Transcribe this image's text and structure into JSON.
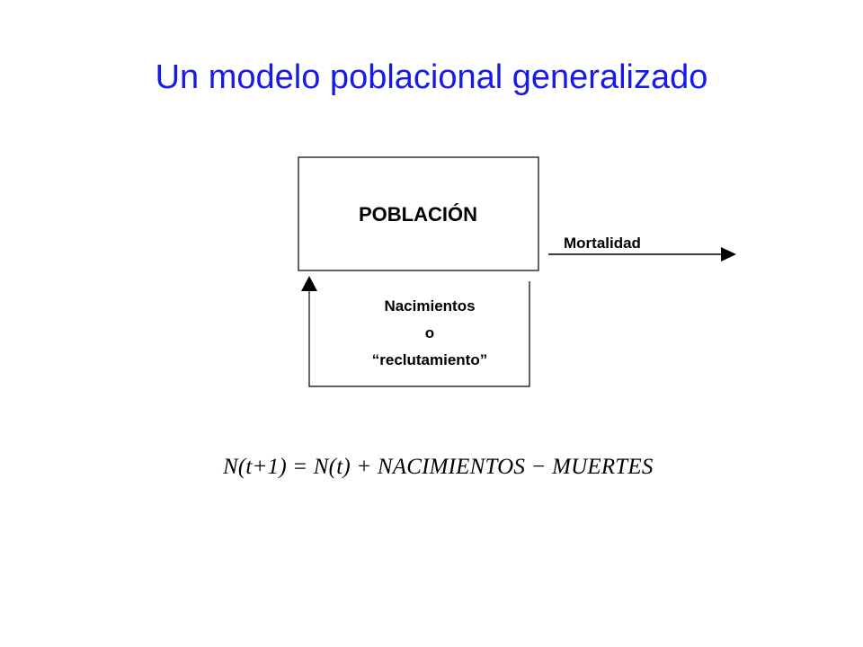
{
  "slide": {
    "title": "Un modelo poblacional generalizado",
    "title_color": "#1a1ae6"
  },
  "diagram": {
    "population_box": {
      "label": "POBLACIÓN"
    },
    "mortality_flow": {
      "label": "Mortalidad",
      "icon": "arrow-right-icon"
    },
    "births_flow": {
      "line1": "Nacimientos",
      "line2": "o",
      "line3": "“reclutamiento”",
      "icon": "arrow-up-icon"
    }
  },
  "equation": {
    "text": "N(t+1) = N(t) + NACIMIENTOS − MUERTES"
  }
}
